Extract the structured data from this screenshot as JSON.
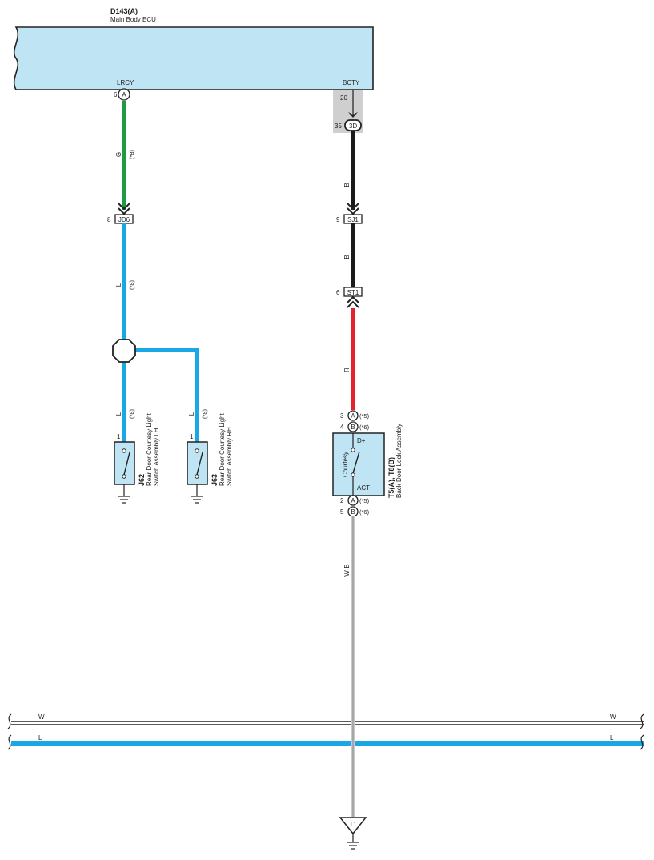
{
  "ecu": {
    "code": "D143(A)",
    "name": "Main Body ECU",
    "terminal_left": "LRCY",
    "terminal_right": "BCTY"
  },
  "pins": {
    "ecu_left_pin": "6",
    "ecu_left_conn": "A",
    "ecu_right_pin": "20",
    "j3d_pin": "35",
    "j3d_name": "3D",
    "jd6_pin": "8",
    "jd6_name": "JD6",
    "sj1_pin": "9",
    "sj1_name": "SJ1",
    "st1_pin": "6",
    "st1_name": "ST1",
    "lock_pin_a_top": "3",
    "lock_pin_b_top": "4",
    "lock_pin_a_bot": "2",
    "lock_pin_b_bot": "5",
    "conn_a": "A",
    "conn_b": "B",
    "note_5": "(*5)",
    "note_6": "(*6)",
    "j62_pin": "1",
    "j63_pin": "1"
  },
  "wires": {
    "g": "G",
    "g_note": "(*8)",
    "l1": "L",
    "l1_note": "(*8)",
    "l2": "L",
    "l2_note": "(*8)",
    "l3": "L",
    "l3_note": "(*8)",
    "b1": "B",
    "b2": "B",
    "r": "R",
    "wb": "W-B",
    "w_left": "W",
    "w_right": "W",
    "l_left": "L",
    "l_right": "L"
  },
  "components": {
    "j62_code": "J62",
    "j62_name1": "Rear Door Courtesy Light",
    "j62_name2": "Switch Assembly LH",
    "j63_code": "J63",
    "j63_name1": "Rear Door Courtesy Light",
    "j63_name2": "Switch Assembly RH",
    "lock_code": "T5(A), T8(B)",
    "lock_name": "Back Door Lock Assembly",
    "lock_inner": "Courtesy",
    "lock_d_plus": "D+",
    "lock_act_minus": "ACT−",
    "ground_label": "T1"
  },
  "colors": {
    "green": "#1e9a43",
    "blue": "#1aa7e6",
    "black": "#1a1a1a",
    "red": "#e3242b",
    "component_fill": "#bfe4f3"
  }
}
